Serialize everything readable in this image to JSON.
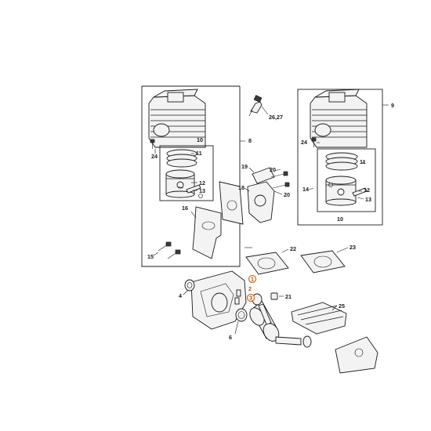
{
  "parts": {
    "p1": "1",
    "p2": "2",
    "p3": "3",
    "p4": "4",
    "p6": "6",
    "p8": "8",
    "p9": "9",
    "p10a": "10",
    "p10b": "10",
    "p11a": "11",
    "p11b": "11",
    "p12a": "12",
    "p12b": "12",
    "p13a": "13",
    "p13b": "13",
    "p14": "14",
    "p15": "15",
    "p16": "16",
    "p18": "18",
    "p19": "19",
    "p20a": "20",
    "p20b": "20",
    "p21": "21",
    "p22": "22",
    "p23": "23",
    "p24a": "24",
    "p24b": "24",
    "p25": "25",
    "p2627": "26,27"
  },
  "highlight_color": "#d9711d"
}
